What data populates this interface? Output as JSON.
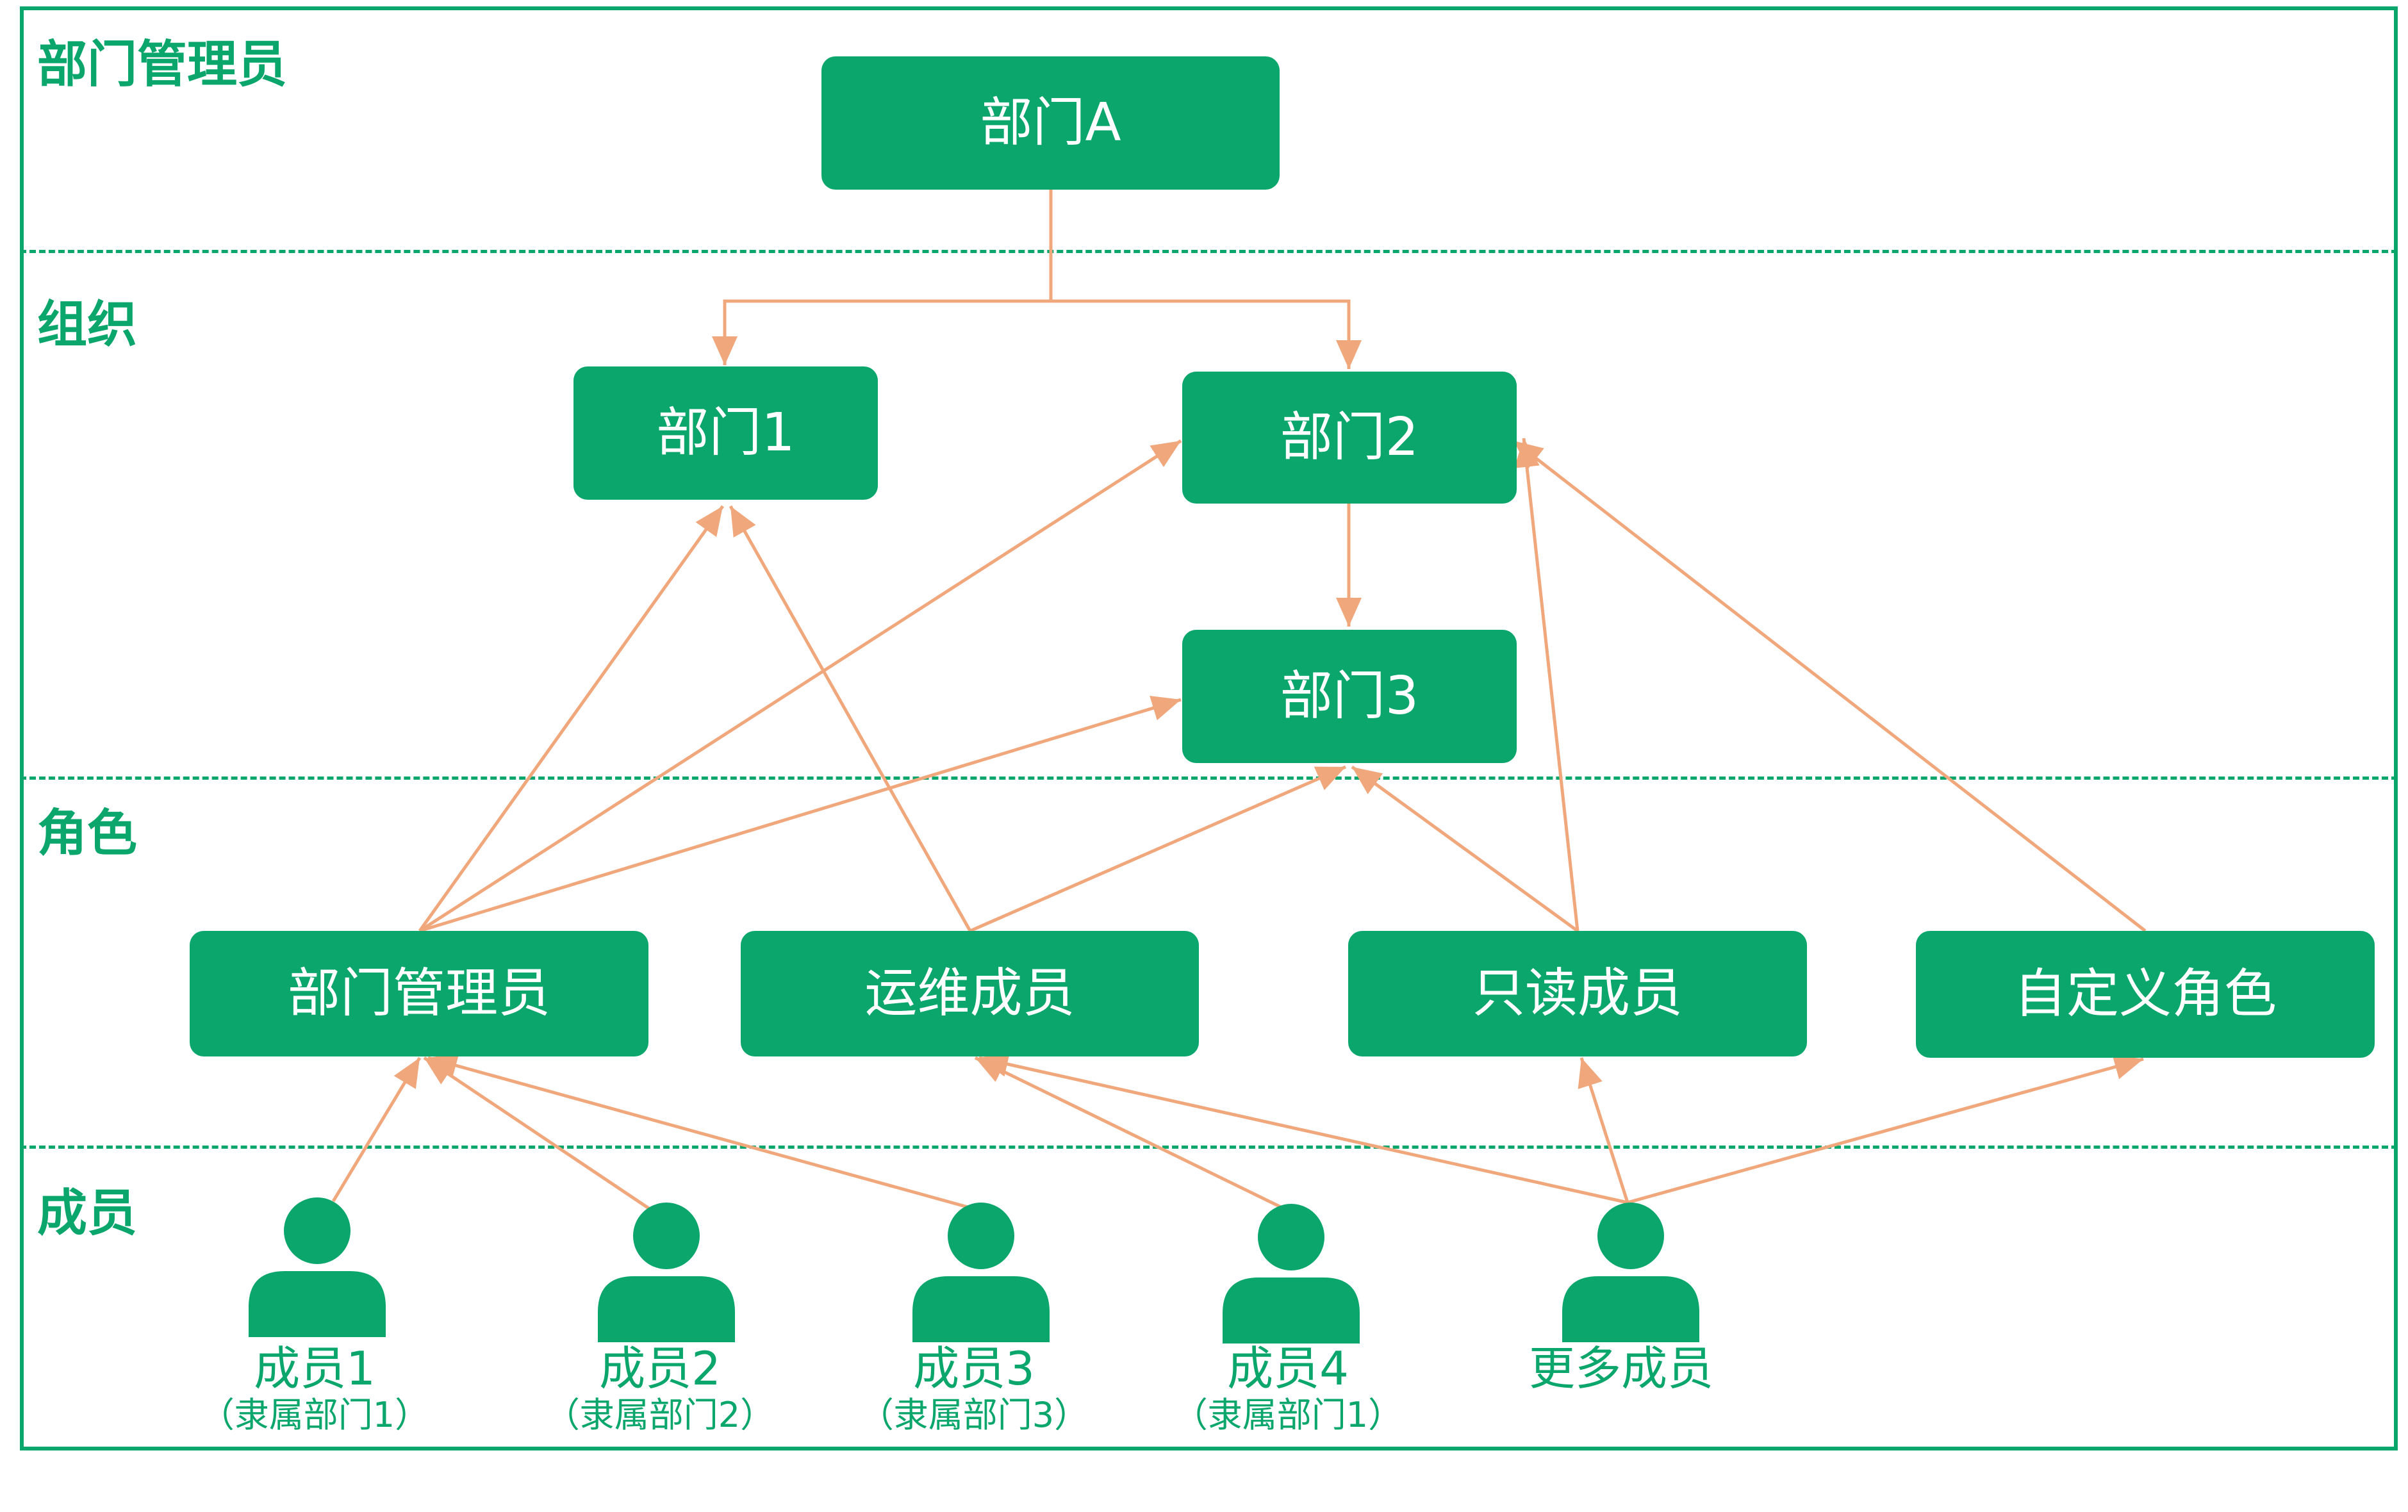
{
  "lanes": {
    "admin": "部门管理员",
    "org": "组织",
    "role": "角色",
    "member": "成员"
  },
  "nodes": {
    "dept_a": "部门A",
    "dept_1": "部门1",
    "dept_2": "部门2",
    "dept_3": "部门3",
    "role_admin": "部门管理员",
    "role_ops": "运维成员",
    "role_readonly": "只读成员",
    "role_custom": "自定义角色"
  },
  "members": [
    {
      "name": "成员1",
      "dept": "（隶属部门1）"
    },
    {
      "name": "成员2",
      "dept": "（隶属部门2）"
    },
    {
      "name": "成员3",
      "dept": "（隶属部门3）"
    },
    {
      "name": "成员4",
      "dept": "（隶属部门1）"
    },
    {
      "name": "更多成员"
    }
  ],
  "colors": {
    "primary": "#0aa66c",
    "connector": "#f0a77c",
    "node_text": "#ffffff"
  },
  "icons": {
    "member": "person-icon"
  }
}
